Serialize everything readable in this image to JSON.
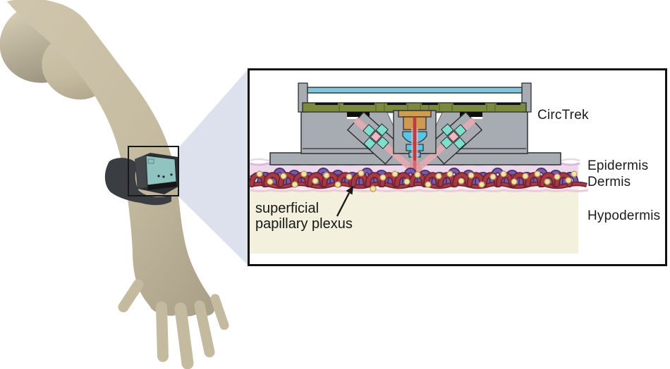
{
  "figure": {
    "inset": {
      "device_label": "CircTrek",
      "layer_labels": {
        "epidermis": "Epidermis",
        "dermis": "Dermis",
        "hypodermis": "Hypodermis"
      },
      "annotation": {
        "line1": "superficial",
        "line2": "papillary plexus"
      }
    },
    "palette": {
      "body_gray": "#a7acb3",
      "outline": "#2c2c2c",
      "top_bar_cyan": "#7fc6d8",
      "pcb_green": "#7b8b3e",
      "sensor_black": "#0d0d0d",
      "emitter_orange": "#cf9950",
      "lens_blue": "#54c7e7",
      "optics_teal": "#7de0cc",
      "optics_pink": "#ecb9c2",
      "beam_red": "#bc3c46",
      "beam_pink": "#e2abb2",
      "epidermis_fill": "#eed9ec",
      "epidermis_wave": "#d8b9dc",
      "epidermis_wave_light": "#e9d6ec",
      "junction_purple": "#7a57a2",
      "dermis_fill": "#f8eaf0",
      "dermis_boundary": "#eccbd6",
      "hypodermis_fill": "#f3f0dd",
      "artery": "#a83844",
      "artery_outline": "#6b2430",
      "vein": "#7c59ab",
      "vein_outline": "#463069",
      "dot_fill": "#f2e2ae",
      "dot_stroke": "#b99a4e",
      "zoom_cone": "#dde1ee",
      "arm_skin": "#c6bca2",
      "strap_gray": "#3a3d41",
      "device_face_teal": "#91c3c0"
    }
  }
}
